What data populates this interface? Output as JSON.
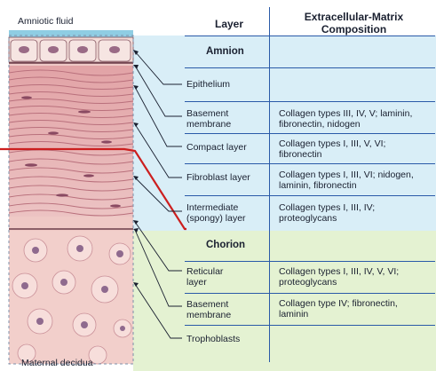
{
  "labels": {
    "top": "Amniotic fluid",
    "bottom": "Maternal decidua"
  },
  "headers": {
    "layer": "Layer",
    "composition_line1": "Extracellular-Matrix",
    "composition_line2": "Composition"
  },
  "sections": {
    "amnion": "Amnion",
    "chorion": "Chorion"
  },
  "rows": [
    {
      "layer": [
        "Epithelium"
      ],
      "composition": []
    },
    {
      "layer": [
        "Basement",
        "membrane"
      ],
      "composition": [
        "Collagen types III, IV, V; laminin,",
        "fibronectin, nidogen"
      ]
    },
    {
      "layer": [
        "Compact layer"
      ],
      "composition": [
        "Collagen types I, III, V, VI;",
        "fibronectin"
      ]
    },
    {
      "layer": [
        "Fibroblast layer"
      ],
      "composition": [
        "Collagen types I, III, VI; nidogen,",
        "laminin, fibronectin"
      ]
    },
    {
      "layer": [
        "Intermediate",
        "(spongy) layer"
      ],
      "composition": [
        "Collagen types I, III, IV;",
        "proteoglycans"
      ]
    },
    {
      "layer": [
        "Reticular",
        "layer"
      ],
      "composition": [
        "Collagen types I, III, IV, V, VI;",
        "proteoglycans"
      ]
    },
    {
      "layer": [
        "Basement",
        "membrane"
      ],
      "composition": [
        "Collagen type IV; fibronectin,",
        "laminin"
      ]
    },
    {
      "layer": [
        "Trophoblasts"
      ],
      "composition": []
    }
  ],
  "colors": {
    "rule": "#2a5aa8",
    "boundary": "#cc1f1f",
    "amnion_bg": "#d9eef7",
    "chorion_bg": "#e4f2d2",
    "tissue": "#e9b4b4"
  }
}
